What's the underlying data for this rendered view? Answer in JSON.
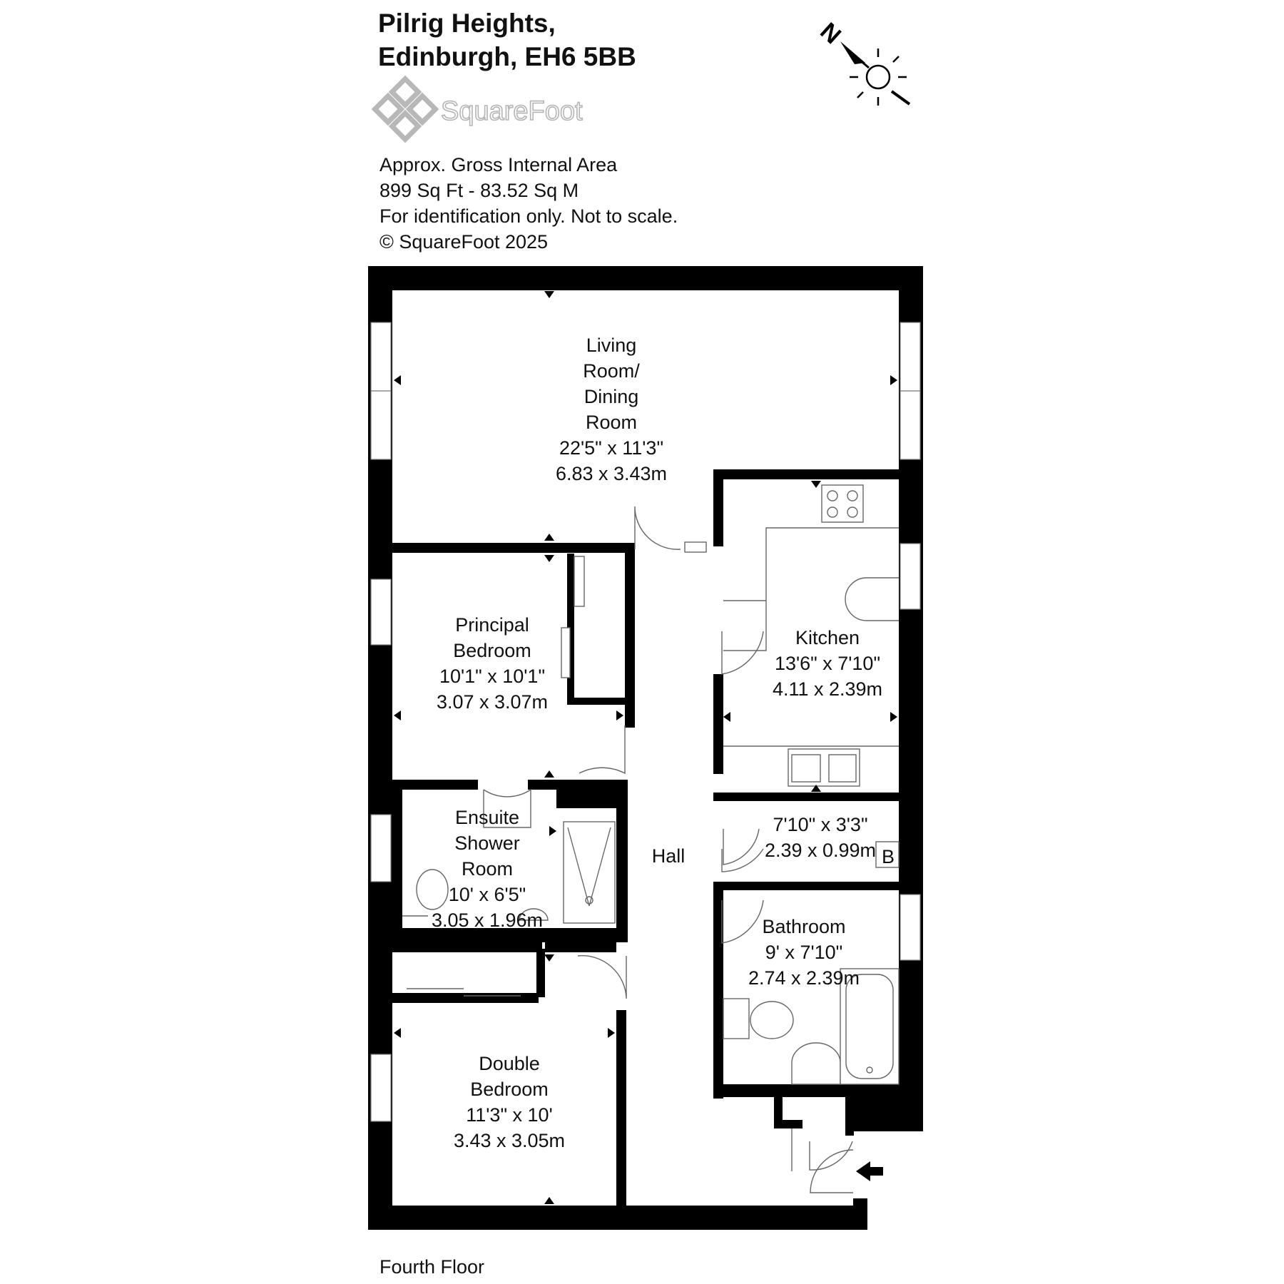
{
  "header": {
    "title_line1": "Pilrig Heights,",
    "title_line2": "Edinburgh, EH6 5BB",
    "brand": "SquareFoot"
  },
  "info": {
    "line1": "Approx. Gross Internal Area",
    "line2": "899 Sq Ft  -  83.52 Sq M",
    "line3": "For identification only. Not to scale.",
    "line4": "© SquareFoot 2025"
  },
  "compass": {
    "label": "N"
  },
  "rooms": {
    "living": {
      "l1": "Living",
      "l2": "Room/",
      "l3": "Dining",
      "l4": "Room",
      "imperial": "22'5\" x 11'3\"",
      "metric": "6.83 x 3.43m"
    },
    "principal": {
      "l1": "Principal",
      "l2": "Bedroom",
      "imperial": "10'1\" x 10'1\"",
      "metric": "3.07 x 3.07m"
    },
    "kitchen": {
      "l1": "Kitchen",
      "imperial": "13'6\" x 7'10\"",
      "metric": "4.11 x 2.39m"
    },
    "ensuite": {
      "l1": "Ensuite",
      "l2": "Shower",
      "l3": "Room",
      "imperial": "10' x 6'5\"",
      "metric": "3.05 x 1.96m"
    },
    "hall": {
      "l1": "Hall"
    },
    "store": {
      "imperial": "7'10\" x 3'3\"",
      "metric": "2.39 x 0.99m",
      "boiler": "B"
    },
    "bathroom": {
      "l1": "Bathroom",
      "imperial": "9' x 7'10\"",
      "metric": "2.74 x 2.39m"
    },
    "double": {
      "l1": "Double",
      "l2": "Bedroom",
      "imperial": "11'3\" x 10'",
      "metric": "3.43 x 3.05m"
    }
  },
  "footer": {
    "floor": "Fourth Floor"
  }
}
